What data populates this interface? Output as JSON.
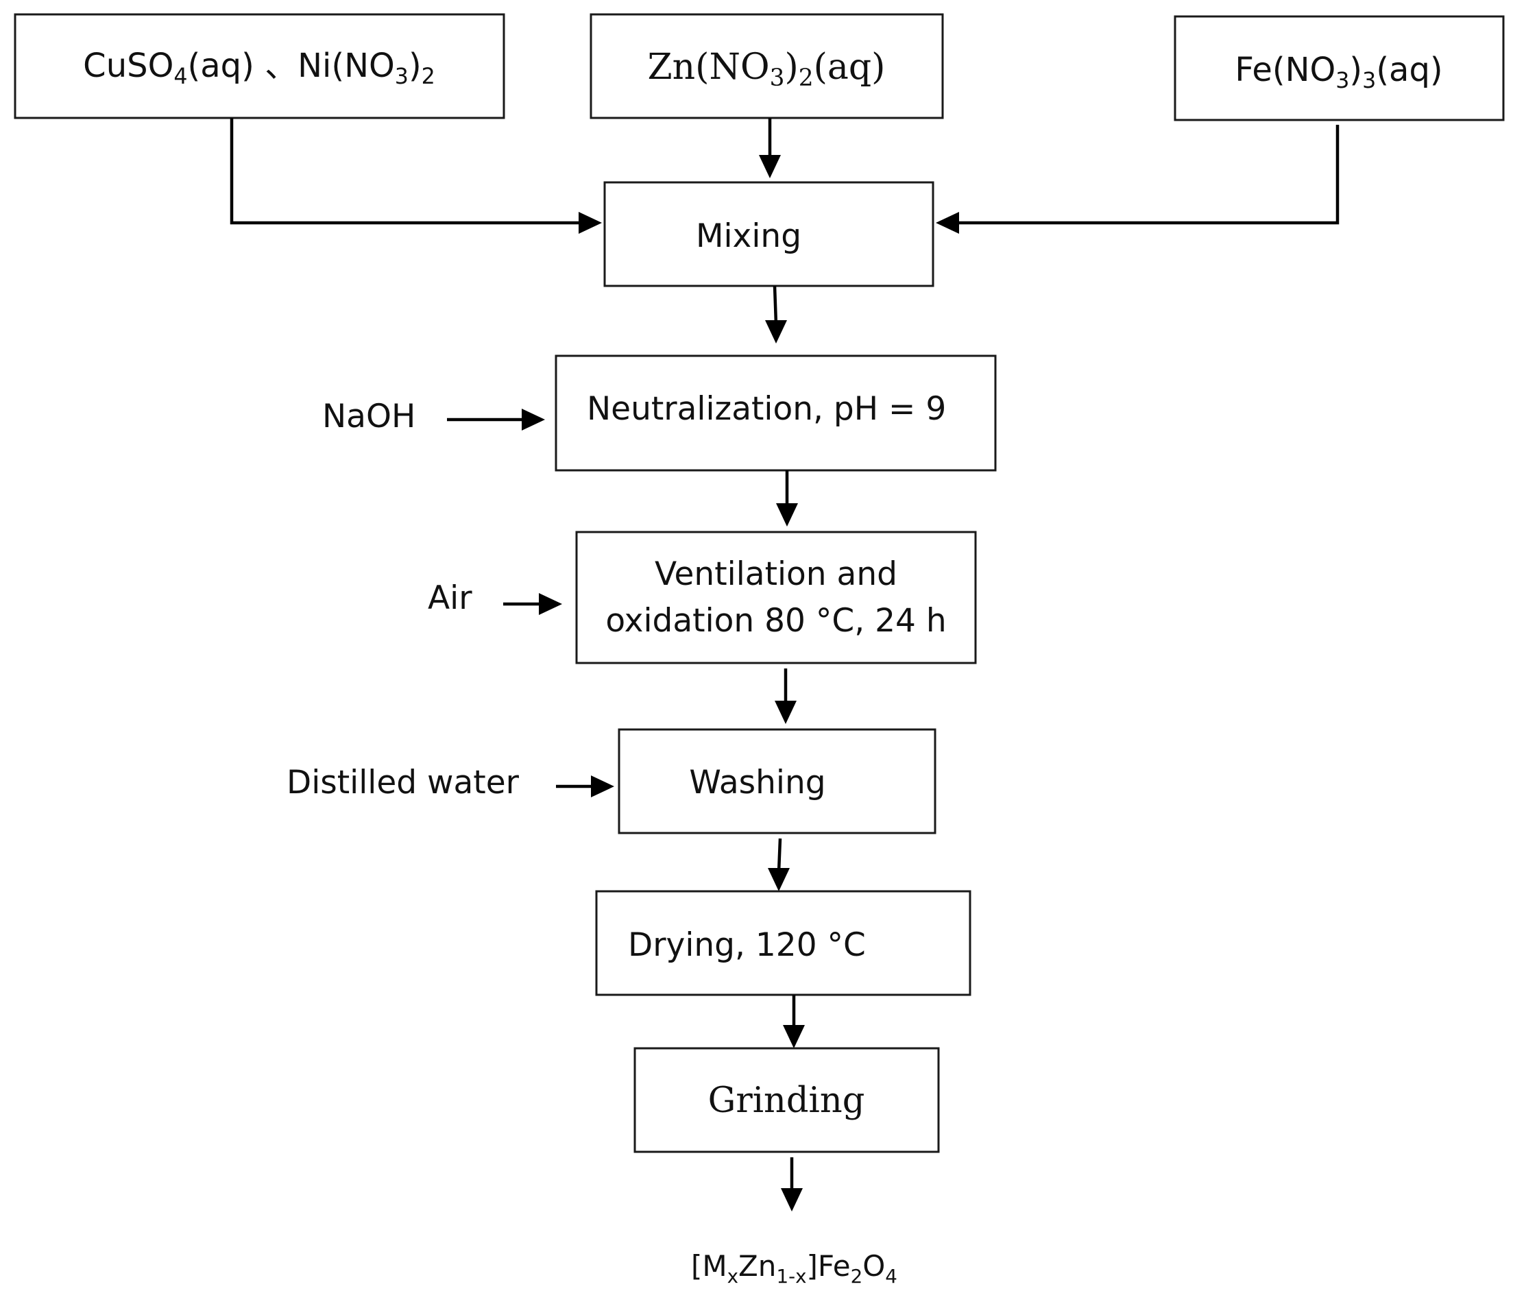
{
  "inputs": {
    "cu_ni": {
      "parts": [
        {
          "t": "CuSO"
        },
        {
          "t": "4",
          "sub": true
        },
        {
          "t": "(aq) 、Ni(NO"
        },
        {
          "t": "3",
          "sub": true
        },
        {
          "t": ")"
        },
        {
          "t": "2",
          "sub": true
        }
      ]
    },
    "zn": {
      "parts": [
        {
          "t": "Zn(NO"
        },
        {
          "t": "3",
          "sub": true
        },
        {
          "t": ")"
        },
        {
          "t": "2",
          "sub": true
        },
        {
          "t": "(aq)"
        }
      ]
    },
    "fe": {
      "parts": [
        {
          "t": "Fe(NO"
        },
        {
          "t": "3",
          "sub": true
        },
        {
          "t": ")"
        },
        {
          "t": "3",
          "sub": true
        },
        {
          "t": "(aq)"
        }
      ]
    }
  },
  "steps": {
    "mixing": "Mixing",
    "neutralization": "Neutralization, pH = 9",
    "ventilation_line1": "Ventilation and",
    "ventilation_line2": "oxidation 80 °C, 24 h",
    "washing": "Washing",
    "drying": "Drying, 120 °C",
    "grinding": "Grinding"
  },
  "side_inputs": {
    "naoh": "NaOH",
    "air": "Air",
    "distilled_water": "Distilled water"
  },
  "product": {
    "parts": [
      {
        "t": "[M"
      },
      {
        "t": "x",
        "sub": true
      },
      {
        "t": "Zn"
      },
      {
        "t": "1-x",
        "sub": true
      },
      {
        "t": "]Fe"
      },
      {
        "t": "2",
        "sub": true
      },
      {
        "t": "O"
      },
      {
        "t": "4",
        "sub": true
      }
    ]
  }
}
